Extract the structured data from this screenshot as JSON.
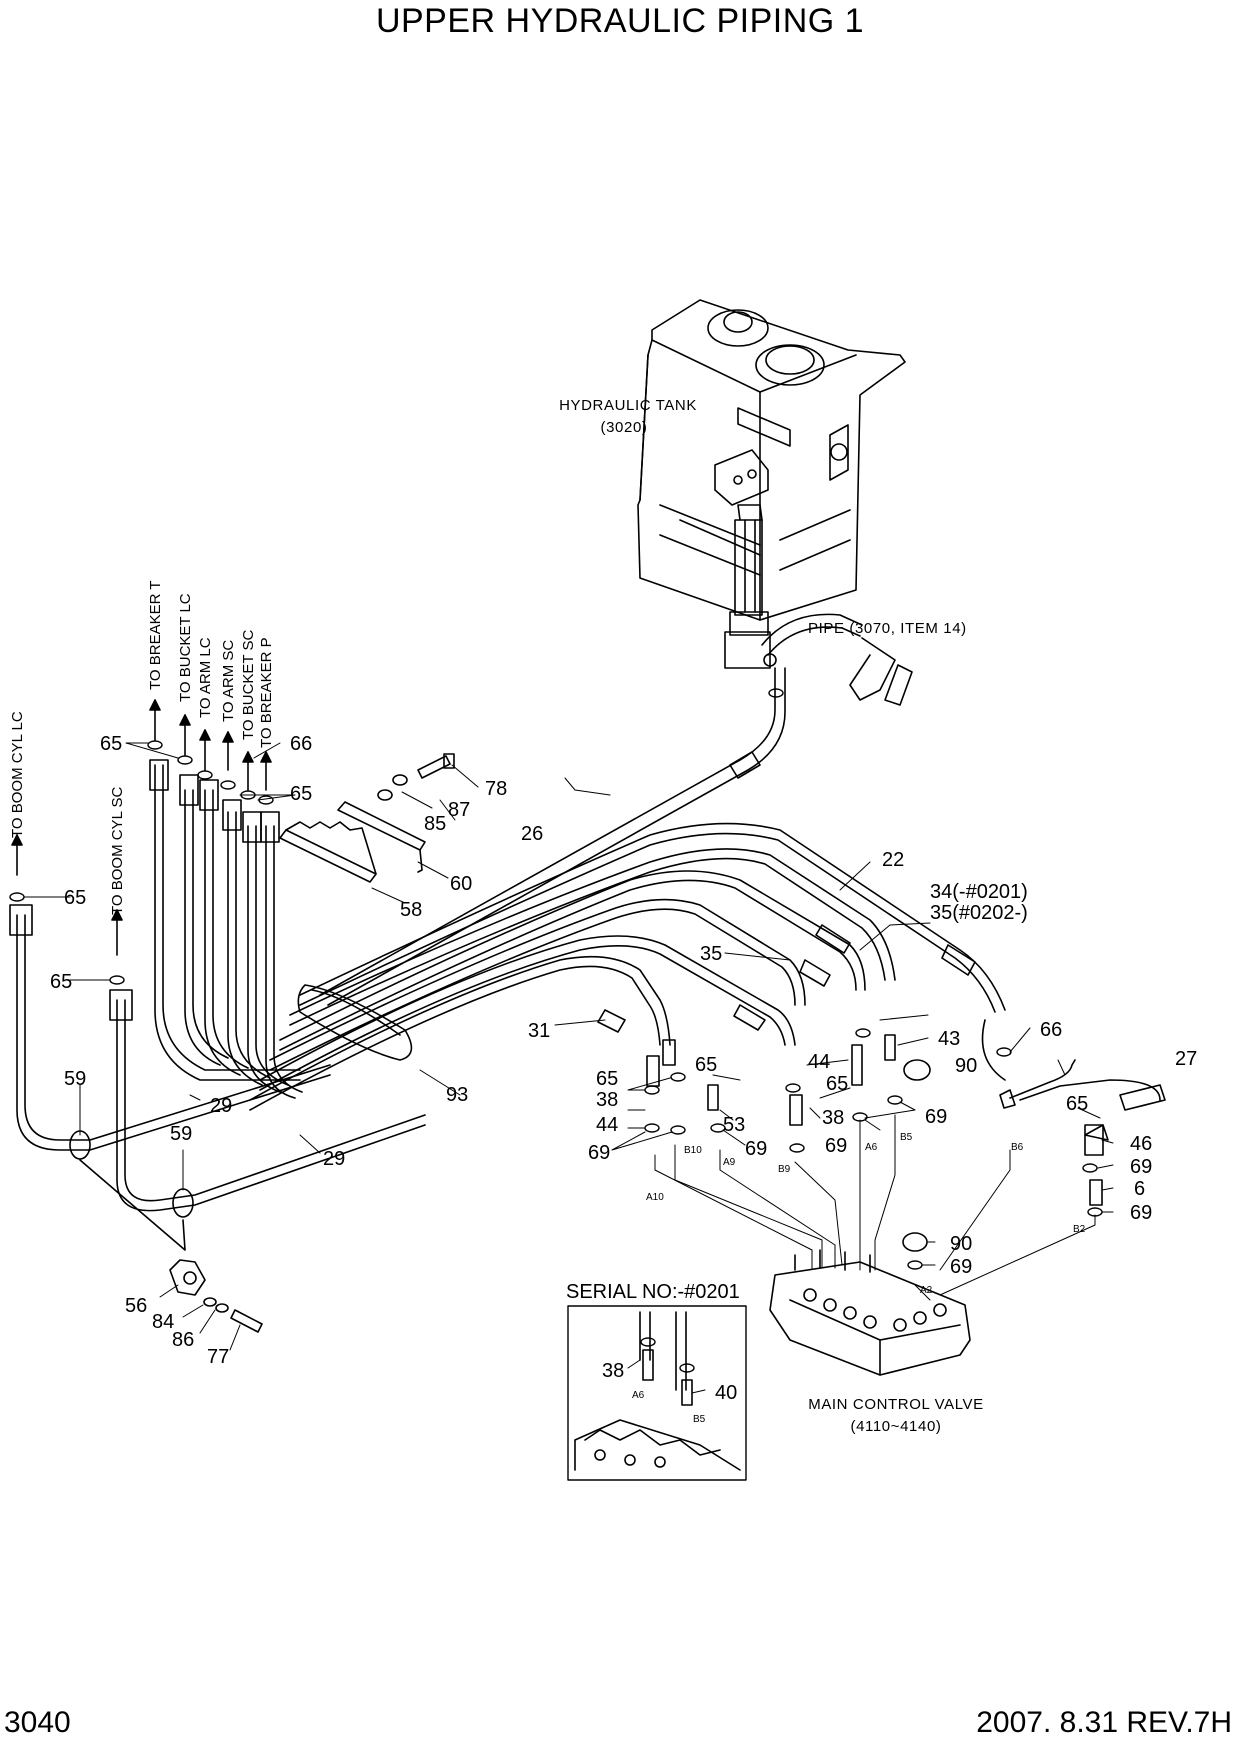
{
  "title": "UPPER HYDRAULIC PIPING 1",
  "page_number": "3040",
  "revision": "2007. 8.31  REV.7H",
  "components": {
    "tank_name": "HYDRAULIC TANK",
    "tank_ref": "(3020)",
    "pipe_ref": "PIPE (3070, ITEM 14)",
    "valve_name": "MAIN CONTROL VALVE",
    "valve_ref": "(4110~4140)",
    "serial_note": "SERIAL NO:-#0201"
  },
  "destinations": [
    "TO BOOM CYL LC",
    "TO BOOM CYL SC",
    "TO BREAKER T",
    "TO BUCKET LC",
    "TO ARM LC",
    "TO ARM SC",
    "TO BUCKET SC",
    "TO BREAKER P"
  ],
  "part_numbers": [
    "65",
    "65",
    "66",
    "65",
    "78",
    "87",
    "85",
    "60",
    "58",
    "65",
    "65",
    "26",
    "22",
    "34(-#0201)",
    "35(#0202-)",
    "35",
    "31",
    "59",
    "29",
    "93",
    "59",
    "29",
    "65",
    "38",
    "44",
    "69",
    "65",
    "53",
    "69",
    "65",
    "44",
    "65",
    "38",
    "69",
    "69",
    "43",
    "90",
    "66",
    "27",
    "65",
    "46",
    "69",
    "6",
    "69",
    "90",
    "69",
    "56",
    "84",
    "86",
    "77",
    "38",
    "40"
  ],
  "ports": [
    "A10",
    "B10",
    "A9",
    "B9",
    "A6",
    "B5",
    "B6",
    "B2",
    "A2",
    "A6",
    "B5"
  ]
}
